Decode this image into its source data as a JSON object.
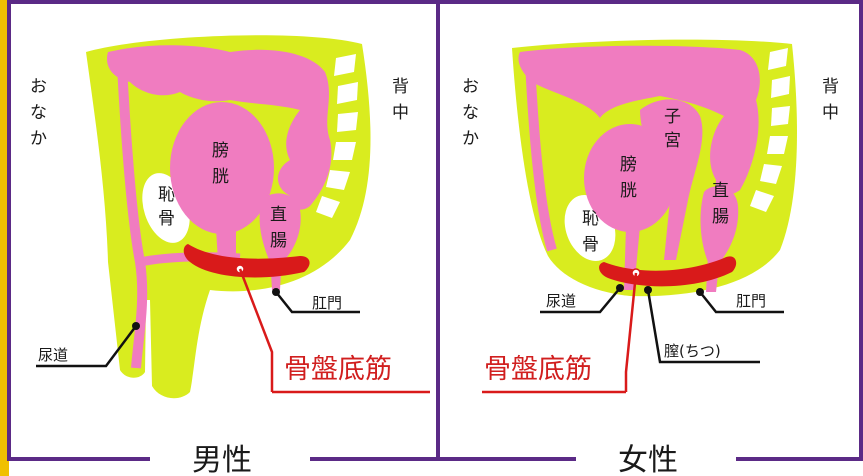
{
  "colors": {
    "frame": "#5b2a86",
    "background_tissue": "#d9ec1f",
    "organ": "#f07cc0",
    "muscle": "#d91a1a",
    "line": "#111111",
    "left_edge": "#f0c000"
  },
  "male": {
    "front_label": [
      "お",
      "な",
      "か"
    ],
    "back_label": [
      "背",
      "中"
    ],
    "bladder": [
      "膀",
      "胱"
    ],
    "pubic_bone": [
      "恥",
      "骨"
    ],
    "rectum": [
      "直",
      "腸"
    ],
    "anus": "肛門",
    "urethra": "尿道",
    "pelvic_floor": "骨盤底筋",
    "caption": "男性"
  },
  "female": {
    "front_label": [
      "お",
      "な",
      "か"
    ],
    "back_label": [
      "背",
      "中"
    ],
    "uterus": [
      "子",
      "宮"
    ],
    "bladder": [
      "膀",
      "胱"
    ],
    "pubic_bone": [
      "恥",
      "骨"
    ],
    "rectum": [
      "直",
      "腸"
    ],
    "urethra": "尿道",
    "anus": "肛門",
    "vagina": "膣(ちつ)",
    "pelvic_floor": "骨盤底筋",
    "caption": "女性"
  }
}
